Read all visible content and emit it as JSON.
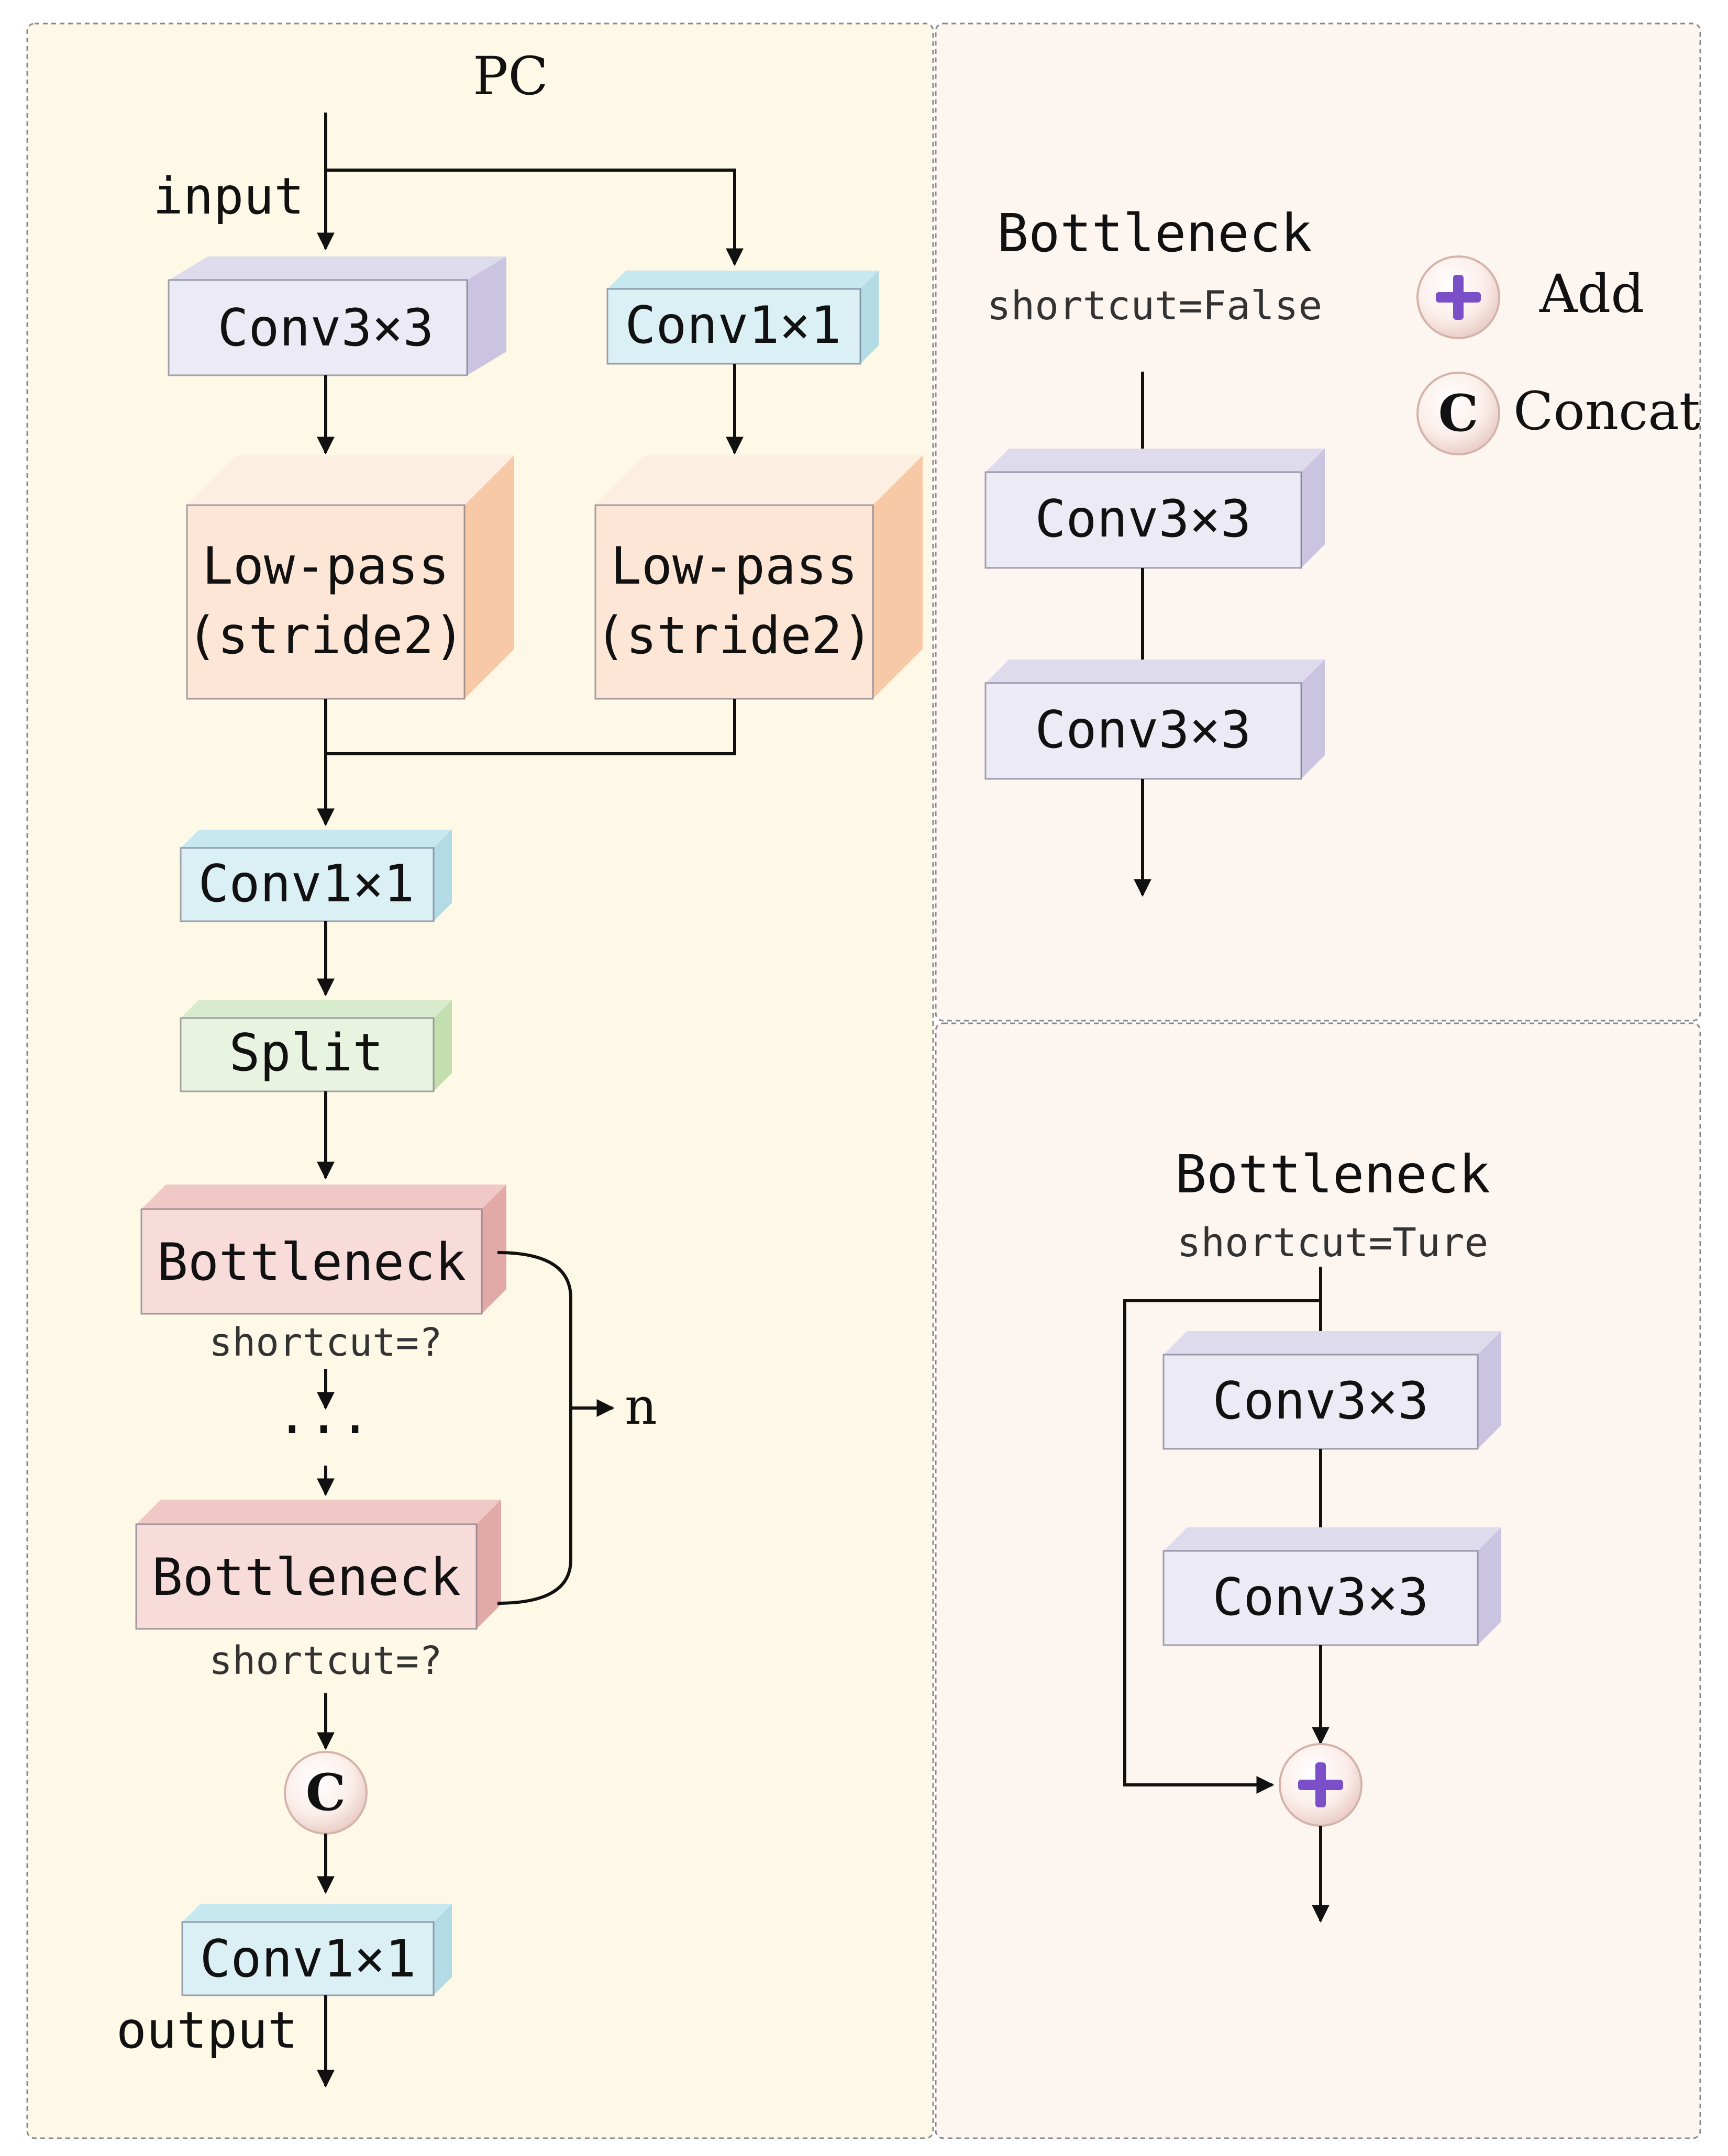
{
  "colors": {
    "left_panel_bg": "#fef8e7",
    "right_panel_bg": "#fdf5f0",
    "conv3_fill": "#ecebf5",
    "conv1_fill": "#daf0f5",
    "lowpass_fill": "#fde6d5",
    "split_fill": "#e8f3e0",
    "bottleneck_fill": "#f7dcda",
    "plus_color": "#7b4fc7"
  },
  "pc": {
    "title": "PC",
    "input_label": "input",
    "output_label": "output",
    "conv3": "Conv3×3",
    "conv1_right": "Conv1×1",
    "lowpass_left": [
      "Low-pass",
      "(stride2)"
    ],
    "lowpass_right": [
      "Low-pass",
      "(stride2)"
    ],
    "conv1_mid": "Conv1×1",
    "split": "Split",
    "bottleneck_top": "Bottleneck",
    "shortcut_top": "shortcut=?",
    "ellipsis": "...",
    "bottleneck_bottom": "Bottleneck",
    "shortcut_bottom": "shortcut=?",
    "repeat_label": "n",
    "concat_symbol": "C",
    "conv1_out": "Conv1×1"
  },
  "bottleneck_false": {
    "title": "Bottleneck",
    "subtitle": "shortcut=False",
    "conv_a": "Conv3×3",
    "conv_b": "Conv3×3"
  },
  "legend": {
    "add_label": "Add",
    "concat_symbol": "C",
    "concat_label": "Concat",
    "add_icon": "plus-circle-icon",
    "concat_icon": "c-circle-icon"
  },
  "bottleneck_true": {
    "title": "Bottleneck",
    "subtitle": "shortcut=Ture",
    "conv_a": "Conv3×3",
    "conv_b": "Conv3×3"
  }
}
